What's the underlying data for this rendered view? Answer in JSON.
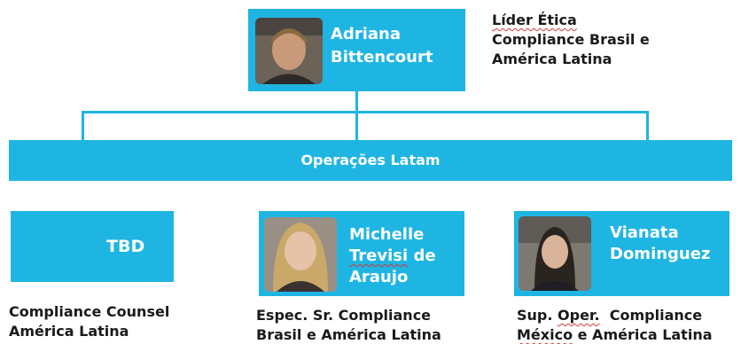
{
  "top": {
    "name_line1": "Adriana",
    "name_line2": "Bittencourt",
    "title_line1": "Líder Ética",
    "title_line2": "Compliance Brasil e",
    "title_line3": "América Latina"
  },
  "department": {
    "label": "Operações Latam"
  },
  "members": [
    {
      "name_line1": "TBD",
      "role_line1": "Compliance Counsel",
      "role_line2": "América Latina"
    },
    {
      "name_line1": "Michelle",
      "name_line2a": "Trevisi",
      "name_line2b": " de",
      "name_line3": "Araujo",
      "role_line1": "Espec. Sr. Compliance",
      "role_line2": "Brasil e América Latina"
    },
    {
      "name_line1": "Vianata",
      "name_line2": "Dominguez",
      "role_line1a": "Sup. ",
      "role_line1b": "Oper.",
      "role_line1c": "  Compliance",
      "role_line2a": "México",
      "role_line2b": " e América Latina"
    }
  ],
  "colors": {
    "box": "#1fb5e3",
    "text_on_box": "#ffffff",
    "text": "#1a1a1a"
  }
}
